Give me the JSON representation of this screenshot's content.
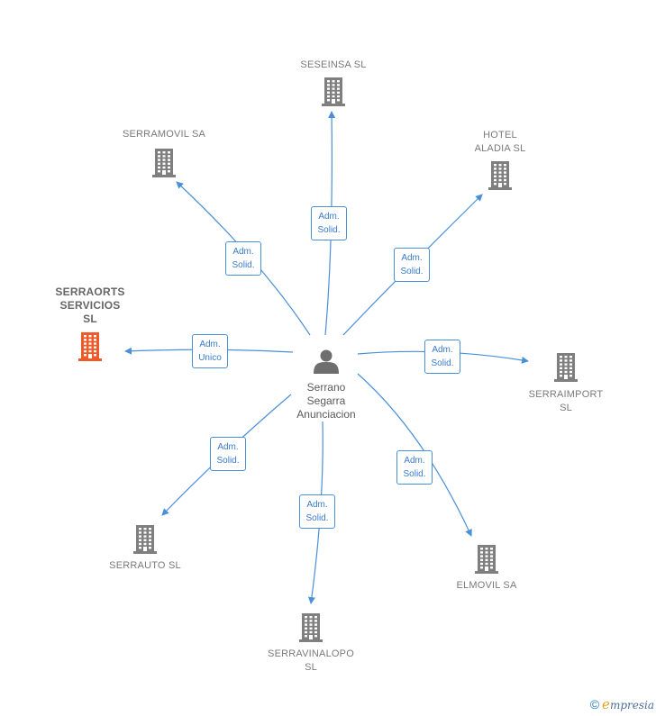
{
  "colors": {
    "edge": "#4a90d9",
    "building": "#7f7f7f",
    "building_focus": "#f05a28",
    "person": "#6e6e6e"
  },
  "center": {
    "name": "Serrano\nSegarra\nAnunciacion",
    "icon": "person-icon"
  },
  "companies": [
    {
      "name": "SESEINSA  SL",
      "icon": "building-icon",
      "focus": false
    },
    {
      "name": "HOTEL\nALADIA  SL",
      "icon": "building-icon",
      "focus": false
    },
    {
      "name": "SERRAIMPORT\nSL",
      "icon": "building-icon",
      "focus": false
    },
    {
      "name": "ELMOVIL SA",
      "icon": "building-icon",
      "focus": false
    },
    {
      "name": "SERRAVINALOPO\nSL",
      "icon": "building-icon",
      "focus": false
    },
    {
      "name": "SERRAUTO  SL",
      "icon": "building-icon",
      "focus": false
    },
    {
      "name": "SERRAORTS\nSERVICIOS\nSL",
      "icon": "building-icon",
      "focus": true
    },
    {
      "name": "SERRAMOVIL SA",
      "icon": "building-icon",
      "focus": false
    }
  ],
  "relations": [
    {
      "to": 0,
      "label": "Adm.\nSolid."
    },
    {
      "to": 1,
      "label": "Adm.\nSolid."
    },
    {
      "to": 2,
      "label": "Adm.\nSolid."
    },
    {
      "to": 3,
      "label": "Adm.\nSolid."
    },
    {
      "to": 4,
      "label": "Adm.\nSolid."
    },
    {
      "to": 5,
      "label": "Adm.\nSolid."
    },
    {
      "to": 6,
      "label": "Adm.\nUnico"
    },
    {
      "to": 7,
      "label": "Adm.\nSolid."
    }
  ],
  "footer": {
    "copyright": "©",
    "brand_first": "e",
    "brand_rest": "mpresia"
  }
}
